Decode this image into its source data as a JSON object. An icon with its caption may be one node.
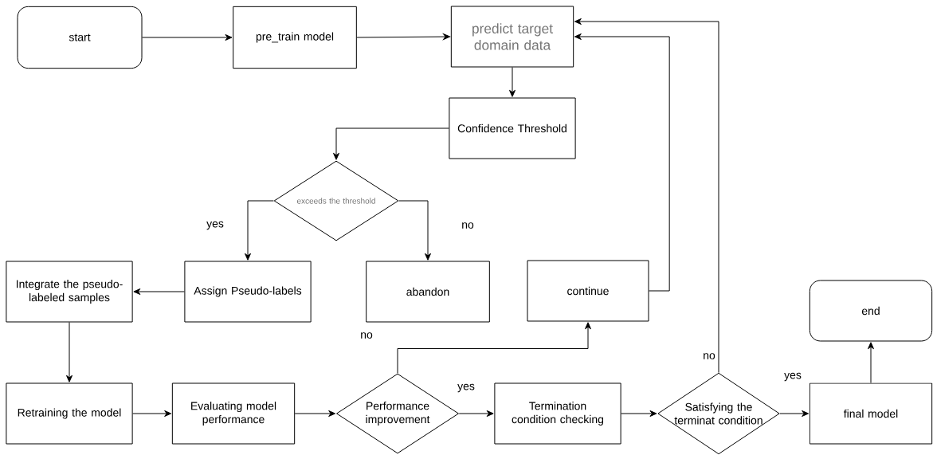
{
  "diagram": {
    "nodes": [
      {
        "text": [
          "start"
        ]
      },
      {
        "text": [
          "pre_train model"
        ]
      },
      {
        "text": [
          "predict target domain data"
        ]
      },
      {
        "text": [
          "Confidence Threshold"
        ]
      },
      {
        "text": [
          "exceeds the threshold"
        ]
      },
      {
        "text": [
          "Assign Pseudo-labels"
        ]
      },
      {
        "text": [
          "abandon"
        ]
      },
      {
        "text": [
          "continue"
        ]
      },
      {
        "text": [
          "Integrate the pseudo-labeled samples"
        ]
      },
      {
        "text": [
          "end"
        ]
      },
      {
        "text": [
          "Retraining the model"
        ]
      },
      {
        "text": [
          "Evaluating model performance"
        ]
      },
      {
        "text": [
          "Performance improvement"
        ]
      },
      {
        "text": [
          "Termination condition checking"
        ]
      },
      {
        "text": [
          "Satisfying the terminat condition"
        ]
      },
      {
        "text": [
          "final model"
        ]
      }
    ],
    "edges": [
      {
        "from": 0,
        "to": 1,
        "arrow": "to"
      },
      {
        "from": 1,
        "to": 2,
        "arrow": "to"
      },
      {
        "from": 2,
        "to": 3,
        "arrow": "to"
      },
      {
        "from": 3,
        "to": 4,
        "arrow": "to"
      },
      {
        "from": 4,
        "to": 5,
        "arrow": "to",
        "label": "yes"
      },
      {
        "from": 4,
        "to": 6,
        "arrow": "to",
        "label": "no"
      },
      {
        "from": 5,
        "to": 8,
        "arrow": "to"
      },
      {
        "from": 8,
        "to": 10,
        "arrow": "to"
      },
      {
        "from": 10,
        "to": 11,
        "arrow": "to"
      },
      {
        "from": 11,
        "to": 12,
        "arrow": "to"
      },
      {
        "from": 12,
        "to": 13,
        "arrow": "to",
        "label": "yes"
      },
      {
        "from": 12,
        "to": 7,
        "arrow": "to",
        "label": "no"
      },
      {
        "from": 7,
        "to": 2,
        "arrow": "to"
      },
      {
        "from": 13,
        "to": 14,
        "arrow": "to"
      },
      {
        "from": 14,
        "to": 15,
        "arrow": "to",
        "label": "yes"
      },
      {
        "from": 14,
        "to": 2,
        "arrow": "to",
        "label": "no"
      },
      {
        "from": 15,
        "to": 9,
        "arrow": "to"
      }
    ]
  }
}
